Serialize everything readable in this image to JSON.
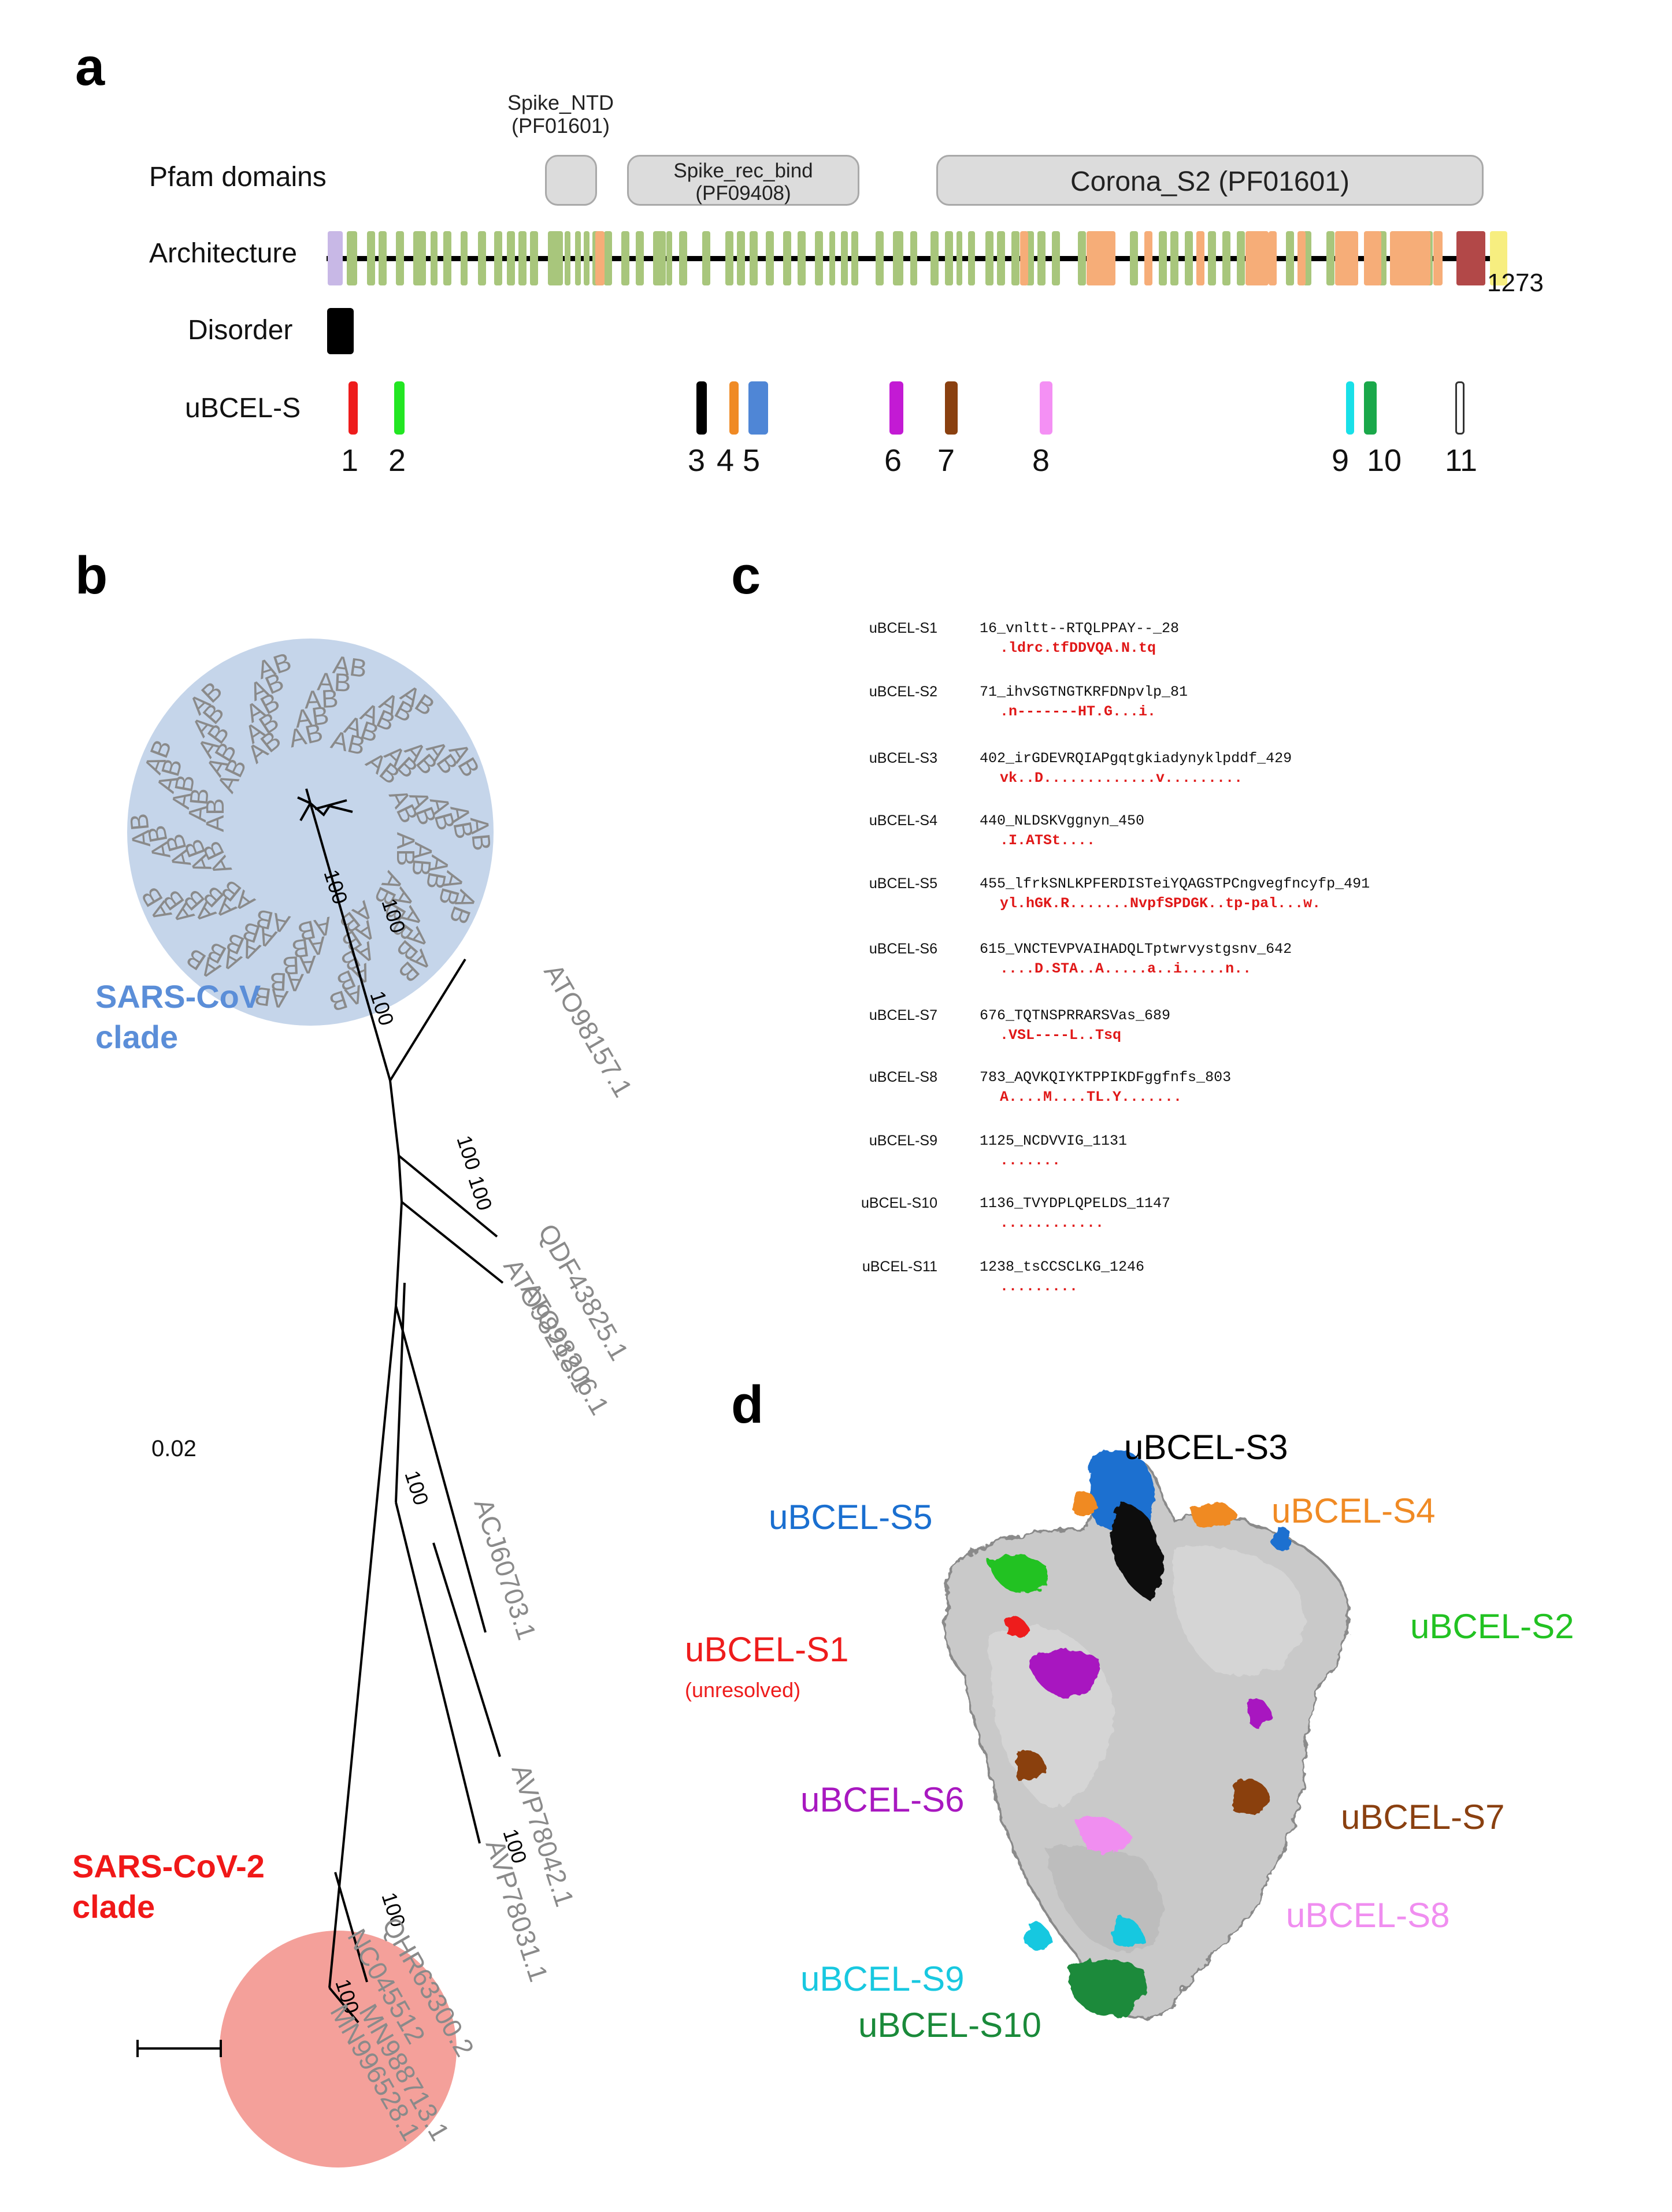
{
  "panels": {
    "a": "a",
    "b": "b",
    "c": "c",
    "d": "d"
  },
  "panel_a": {
    "row_labels": {
      "pfam": "Pfam domains",
      "architecture": "Architecture",
      "disorder": "Disorder",
      "ubcel": "uBCEL-S"
    },
    "domains": [
      {
        "name": "Spike_NTD",
        "id": "(PF01601)"
      },
      {
        "name": "Spike_rec_bind",
        "id": "(PF09408)"
      },
      {
        "name": "Corona_S2 (PF01601)",
        "id": ""
      }
    ],
    "length": "1273",
    "ubcel_numbers": [
      "1",
      "2",
      "3",
      "4",
      "5",
      "6",
      "7",
      "8",
      "9",
      "10",
      "11"
    ],
    "ubcel_colors": [
      "#ee1c1c",
      "#22e622",
      "#000000",
      "#f08a24",
      "#4f86d6",
      "#c31ad4",
      "#8a4010",
      "#f490f4",
      "#18e0e8",
      "#1aa84a",
      "#ffffff"
    ],
    "architecture_colors": {
      "signal": "#c8b8e6",
      "helix": "#a8c67c",
      "strand": "#f6ad78",
      "transmembrane": "#b24848",
      "cytoplasmic": "#f7ee80",
      "backbone": "#000000"
    }
  },
  "panel_b": {
    "clade_labels": {
      "sars_cov": [
        "SARS-CoV",
        "clade"
      ],
      "sars_cov2": [
        "SARS-CoV-2",
        "clade"
      ]
    },
    "clade_colors": {
      "sars_cov": "#c5d5ea",
      "sars_cov2": "#f4a09a",
      "sars_cov_text": "#5b8ed8",
      "sars_cov2_text": "#f01818"
    },
    "bootstrap": [
      "100",
      "100",
      "100",
      "100",
      "100",
      "100",
      "100",
      "100",
      "100"
    ],
    "leaf_labels": [
      "ATO98157.1",
      "ATO98206.1",
      "ATO98218.1",
      "QDF43825.1",
      "AVP78042.1",
      "AVP78031.1",
      "ACJ60703.1",
      "QHR63300.2",
      "MN988713.1",
      "MN996528.1",
      "NC045512"
    ],
    "scale": "0.02"
  },
  "panel_c": {
    "rows": [
      {
        "label": "uBCEL-S1",
        "seq": "16_vnltt--RTQLPPAY--_28",
        "sub": ".ldrc.tfDDVQA.N.tq"
      },
      {
        "label": "uBCEL-S2",
        "seq": "71_ihvSGTNGTKRFDNpvlp_81",
        "sub": ".n-------HT.G...i."
      },
      {
        "label": "uBCEL-S3",
        "seq": "402_irGDEVRQIAPgqtgkiadynyklpddf_429",
        "sub": "vk..D.............v........."
      },
      {
        "label": "uBCEL-S4",
        "seq": "440_NLDSKVggnyn_450",
        "sub": ".I.ATSt...."
      },
      {
        "label": "uBCEL-S5",
        "seq": "455_lfrkSNLKPFERDISTeiYQAGSTPCngvegfncyfp_491",
        "sub": "yl.hGK.R.......NvpfSPDGK..tp-pal...w."
      },
      {
        "label": "uBCEL-S6",
        "seq": "615_VNCTEVPVAIHADQLTptwrvystgsnv_642",
        "sub": "....D.STA..A.....a..i.....n.."
      },
      {
        "label": "uBCEL-S7",
        "seq": "676_TQTNSPRRARSVas_689",
        "sub": ".VSL----L..Tsq"
      },
      {
        "label": "uBCEL-S8",
        "seq": "783_AQVKQIYKTPPIKDFggfnfs_803",
        "sub": "A....M....TL.Y......."
      },
      {
        "label": "uBCEL-S9",
        "seq": "1125_NCDVVIG_1131",
        "sub": "......."
      },
      {
        "label": "uBCEL-S10",
        "seq": "1136_TVYDPLQPELDS_1147",
        "sub": "............"
      },
      {
        "label": "uBCEL-S11",
        "seq": "1238_tsCCSCLKG_1246",
        "sub": "........."
      }
    ]
  },
  "panel_d": {
    "labels": [
      {
        "text": "uBCEL-S3",
        "color": "#000000"
      },
      {
        "text": "uBCEL-S5",
        "color": "#1a6fd0"
      },
      {
        "text": "uBCEL-S4",
        "color": "#f08a24"
      },
      {
        "text": "uBCEL-S2",
        "color": "#22c222"
      },
      {
        "text": "uBCEL-S1",
        "color": "#ee1c1c"
      },
      {
        "text": "(unresolved)",
        "color": "#ee1c1c"
      },
      {
        "text": "uBCEL-S6",
        "color": "#a818c0"
      },
      {
        "text": "uBCEL-S7",
        "color": "#8a4010"
      },
      {
        "text": "uBCEL-S8",
        "color": "#f08ef0"
      },
      {
        "text": "uBCEL-S9",
        "color": "#18c8e0"
      },
      {
        "text": "uBCEL-S10",
        "color": "#1a8a3a"
      }
    ]
  }
}
